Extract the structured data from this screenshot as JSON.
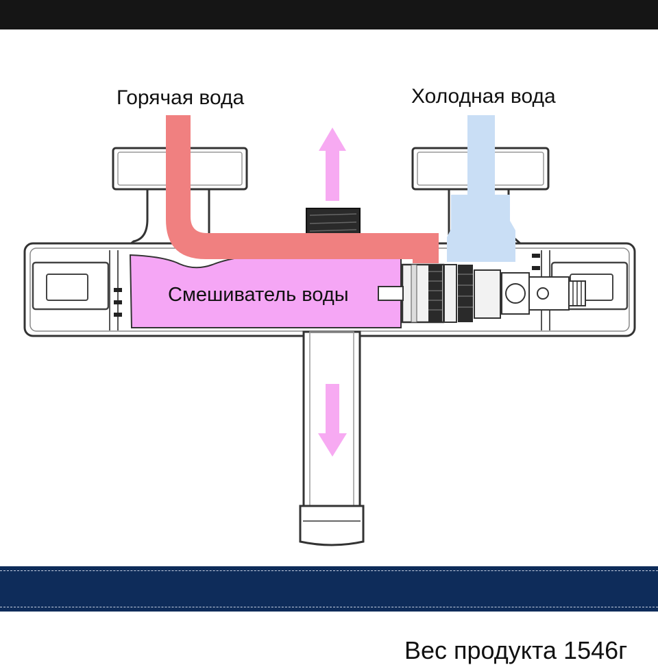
{
  "diagram": {
    "hot_water_label": "Горячая вода",
    "cold_water_label": "Холодная вода",
    "mixer_label": "Смешиватель воды",
    "colors": {
      "hot_pipe": "#f08080",
      "cold_pipe": "#c9def5",
      "mixed_water": "#f5a6f5",
      "flow_arrow": "#f7aaf2",
      "outline": "#333333"
    },
    "icons": [
      "flow-up-arrow-icon",
      "flow-down-arrow-icon"
    ]
  },
  "footer": {
    "weight_label": "Вес продукта 1546г",
    "band_color": "#0e2c5a"
  }
}
